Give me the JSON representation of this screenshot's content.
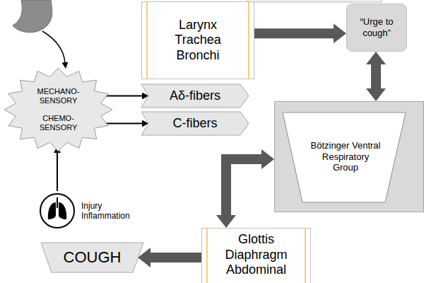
{
  "diagram": {
    "nodes": [
      {
        "text": [
          "MECHANO-SENSORY",
          "CHEMO-SENSORY"
        ]
      },
      {
        "text": [
          "Larynx Trachea Bronchi"
        ]
      },
      {
        "text": [
          "Aδ-fibers"
        ]
      },
      {
        "text": [
          "C-fibers"
        ]
      },
      {
        "text": [
          "“Urge to cough”"
        ]
      },
      {
        "text": [
          "Bötzinger Ventral Respiratory Group"
        ]
      },
      {
        "text": [
          "Glottis Diaphragm Abdominal"
        ]
      },
      {
        "text": [
          "COUGH"
        ]
      },
      {
        "text": [
          "Injury Inflammation"
        ]
      }
    ],
    "edges": [
      {
        "from": 8,
        "to": 0,
        "arrow": "to"
      },
      {
        "from": 0,
        "to": 2,
        "arrow": "to"
      },
      {
        "from": 0,
        "to": 3,
        "arrow": "to"
      },
      {
        "from": 1,
        "to": 4,
        "arrow": "to"
      },
      {
        "from": 4,
        "to": 5,
        "arrow": "both"
      },
      {
        "from": 5,
        "to": 6,
        "arrow": "both"
      },
      {
        "from": 6,
        "to": 7,
        "arrow": "to"
      }
    ]
  }
}
